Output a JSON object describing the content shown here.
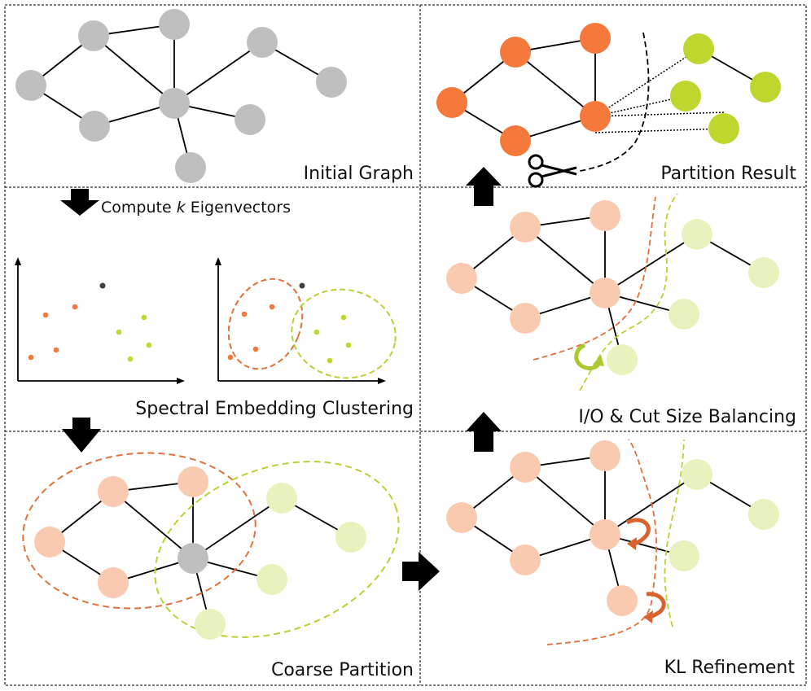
{
  "panels": {
    "initial_graph": "Initial Graph",
    "spectral_clustering": "Spectral Embedding Clustering",
    "coarse_partition": "Coarse Partition",
    "kl_refinement": "KL Refinement",
    "balancing": "I/O & Cut Size Balancing",
    "partition_result": "Partition Result"
  },
  "steps": {
    "eigen_prefix": "Compute ",
    "eigen_var": "k",
    "eigen_suffix": " Eigenvectors"
  },
  "colors": {
    "unassigned_node": "#bfbfbf",
    "partition_a_node": "#f4793b",
    "partition_a_light": "#f9c9b0",
    "partition_a_boundary": "#e2703a",
    "partition_b_node": "#bed62e",
    "partition_b_light": "#e7f2bd",
    "partition_b_boundary": "#b5d335",
    "embedding_outlier": "#404040",
    "swap_arrow_orange": "#d8632e",
    "swap_arrow_green": "#a9c92e",
    "flow_arrow": "#000000"
  },
  "icons": {
    "flow_arrow": "block-arrow-icon",
    "cut": "scissors-icon",
    "swap": "curved-swap-arrow-icon"
  }
}
